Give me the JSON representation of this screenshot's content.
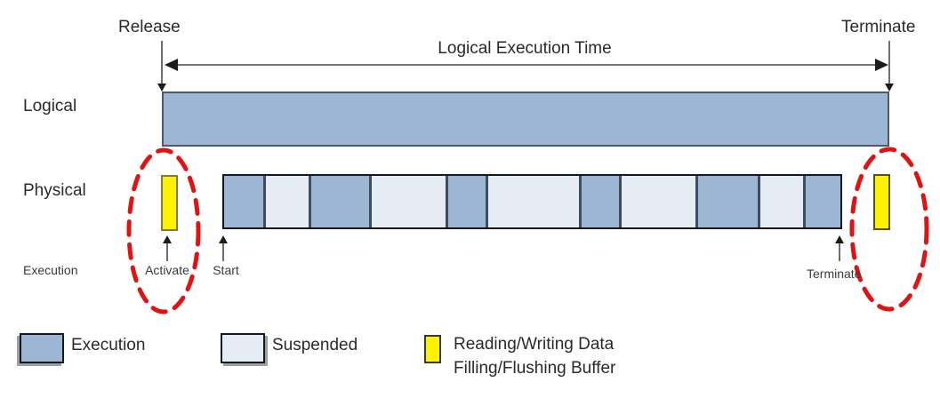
{
  "colors": {
    "execution": "#9CB6D3",
    "suspended": "#E5ECF3",
    "buffer": "#FFF200",
    "highlight": "#E11212"
  },
  "top": {
    "release_label": "Release",
    "terminate_label": "Terminate",
    "span_label": "Logical Execution Time"
  },
  "rows": {
    "logical_label": "Logical",
    "physical_label": "Physical",
    "execution_label": "Execution"
  },
  "markers": {
    "activate_label": "Activate",
    "start_label": "Start",
    "terminate_label": "Terminate"
  },
  "physical_segments": [
    {
      "type": "execution",
      "width_pct": 6.6
    },
    {
      "type": "suspended",
      "width_pct": 7.3
    },
    {
      "type": "execution",
      "width_pct": 9.8
    },
    {
      "type": "suspended",
      "width_pct": 12.5
    },
    {
      "type": "execution",
      "width_pct": 6.3
    },
    {
      "type": "suspended",
      "width_pct": 15.4
    },
    {
      "type": "execution",
      "width_pct": 6.3
    },
    {
      "type": "suspended",
      "width_pct": 12.5
    },
    {
      "type": "execution",
      "width_pct": 10.1
    },
    {
      "type": "suspended",
      "width_pct": 7.3
    },
    {
      "type": "execution",
      "width_pct": 5.9
    }
  ],
  "legend": [
    {
      "type": "execution",
      "label": "Execution"
    },
    {
      "type": "suspended",
      "label": "Suspended"
    },
    {
      "type": "buffer",
      "label": "Reading/Writing Data",
      "label2": "Filling/Flushing Buffer"
    }
  ]
}
